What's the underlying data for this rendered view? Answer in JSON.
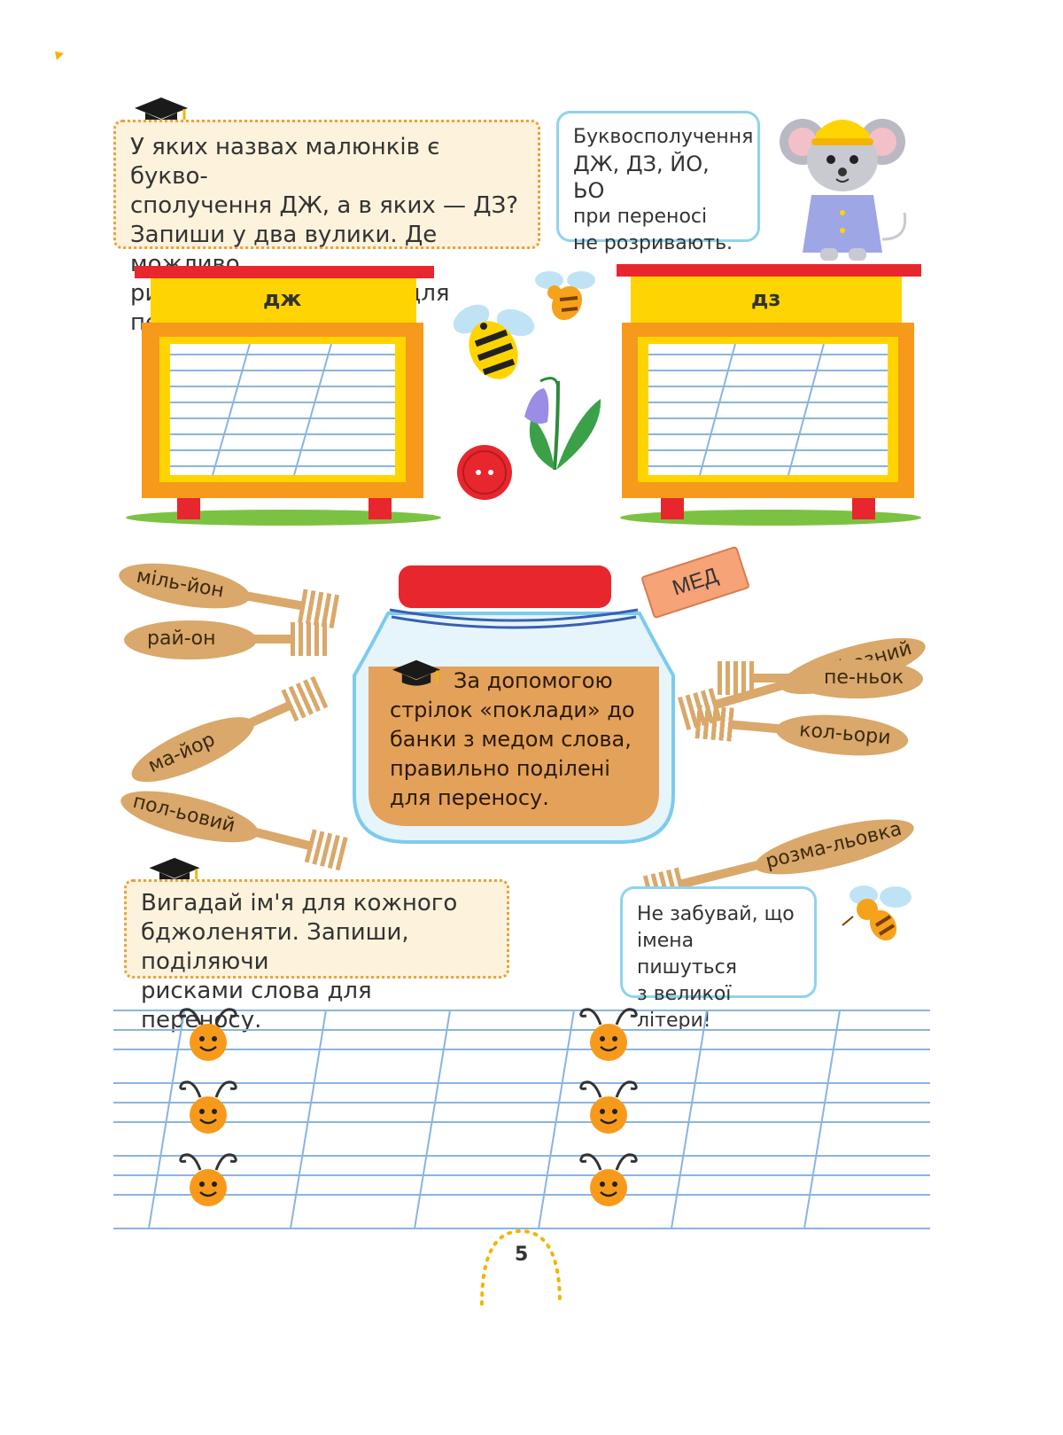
{
  "task1": {
    "text_lines": [
      "У яких назвах малюнків є букво-",
      "сполучення ДЖ, а в яких — ДЗ?",
      "Запиши у два вулики. Де можливо,",
      "рисками поділи слова для переносу."
    ]
  },
  "tip1": {
    "text_lines": [
      "Буквосполучення",
      "ДЖ, ДЗ, ЙО, ЬО",
      "при переносі",
      "не розривають."
    ]
  },
  "hive_left": {
    "label": "дж"
  },
  "hive_right": {
    "label": "дз"
  },
  "jar": {
    "tag": "МЕД",
    "text_lines": [
      "За допомогою",
      "стрілок «поклади» до",
      "банки з медом слова,",
      "правильно поділені",
      "для переносу."
    ]
  },
  "spoons_left": [
    "міль-йон",
    "рай-он",
    "ма-йор",
    "пол-ьовий"
  ],
  "spoons_right": [
    "серй-озний",
    "пе-ньок",
    "кол-ьори",
    "розма-льовка"
  ],
  "task2": {
    "text_lines": [
      "Вигадай ім'я для кожного",
      "бджоленяти. Запиши, поділяючи",
      "рисками слова для переносу."
    ]
  },
  "tip2": {
    "text_lines": [
      "Не забувай, що",
      "імена пишуться",
      "з великої літери!"
    ]
  },
  "page_number": "5",
  "colors": {
    "hive_yellow": "#ffd400",
    "hive_orange": "#f79a1c",
    "hive_red": "#e8262d",
    "grass": "#7cc242",
    "line_blue": "#8ab4e0",
    "honey": "#e3a15a",
    "jar_lid": "#e8262d"
  }
}
